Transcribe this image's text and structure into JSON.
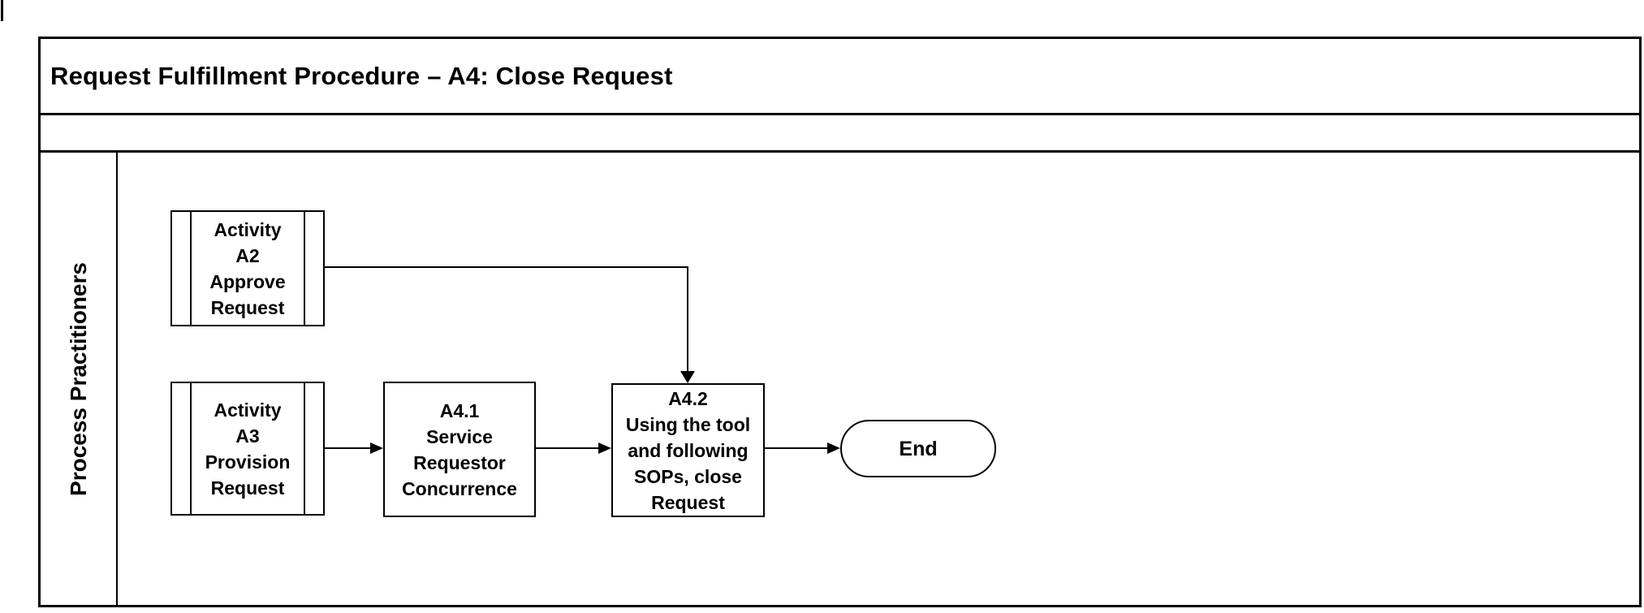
{
  "page": {
    "background_color": "#ffffff",
    "line_color": "#000000"
  },
  "header": {
    "title": "Request Fulfillment Procedure – A4: Close Request"
  },
  "swimlane": {
    "label": "Process Practitioners"
  },
  "flowchart": {
    "nodes": [
      {
        "id": "activity-a2",
        "type": "subprocess",
        "label": "Activity\nA2\nApprove\nRequest"
      },
      {
        "id": "activity-a3",
        "type": "subprocess",
        "label": "Activity\nA3\nProvision\nRequest"
      },
      {
        "id": "a4-1",
        "type": "process",
        "label": "A4.1\nService\nRequestor\nConcurrence"
      },
      {
        "id": "a4-2",
        "type": "process",
        "label": "A4.2\nUsing the tool\nand following\nSOPs, close\nRequest"
      },
      {
        "id": "end",
        "type": "terminator",
        "label": "End"
      }
    ],
    "edges": [
      {
        "from": "activity-a2",
        "to": "a4-2",
        "route": "right-then-down"
      },
      {
        "from": "activity-a3",
        "to": "a4-1",
        "route": "right"
      },
      {
        "from": "a4-1",
        "to": "a4-2",
        "route": "right"
      },
      {
        "from": "a4-2",
        "to": "end",
        "route": "right"
      }
    ]
  }
}
